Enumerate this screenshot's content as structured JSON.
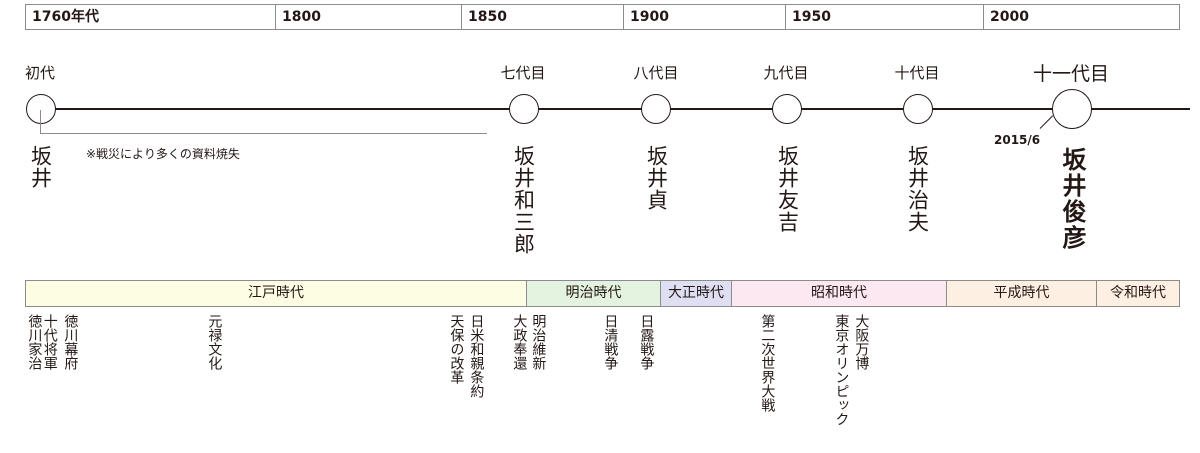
{
  "years": [
    "1760年代",
    "1800",
    "1850",
    "1900",
    "1950",
    "2000"
  ],
  "generations": [
    {
      "label": "初代",
      "name": "坂井",
      "size": "normal"
    },
    {
      "label": "七代目",
      "name": "坂井和三郎",
      "size": "normal"
    },
    {
      "label": "八代目",
      "name": "坂井貞",
      "size": "normal"
    },
    {
      "label": "九代目",
      "name": "坂井友吉",
      "size": "normal"
    },
    {
      "label": "十代目",
      "name": "坂井治夫",
      "size": "normal"
    },
    {
      "label": "十一代目",
      "name": "坂井俊彦",
      "size": "big"
    }
  ],
  "note": "※戦災により多くの資料焼失",
  "current_date": "2015/6",
  "eras": [
    {
      "label": "江戸時代",
      "color": "#fdfde3"
    },
    {
      "label": "明治時代",
      "color": "#e4f3e0"
    },
    {
      "label": "大正時代",
      "color": "#dfdff3"
    },
    {
      "label": "昭和時代",
      "color": "#fce8f1"
    },
    {
      "label": "平成時代",
      "color": "#fdf0e2"
    },
    {
      "label": "令和時代",
      "color": "#fdf0e2"
    }
  ],
  "events": [
    "十代将軍\n徳川家治",
    "徳川幕府",
    "元禄文化",
    "日米和親条約",
    "天保の改革",
    "明治維新",
    "大政奉還",
    "日清戦争",
    "日露戦争",
    "第二次世界大戦",
    "大阪万博",
    "東京オリンピック"
  ]
}
